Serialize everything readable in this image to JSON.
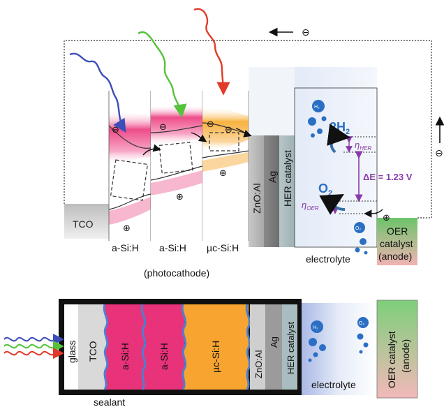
{
  "top": {
    "layers": {
      "tco": "TCO",
      "asi1": "a-Si:H",
      "asi2": "a-Si:H",
      "ucsi": "µc-Si:H",
      "zno": "ZnO:Al",
      "ag": "Ag",
      "her": "HER catalyst",
      "oer_line1": "OER",
      "oer_line2": "catalyst",
      "oer_line3": "(anode)"
    },
    "photocathode": "(photocathode)",
    "electrolyte": "electrolyte",
    "h2_product": "2H",
    "h2_sub": "2",
    "o2_product": "O",
    "o2_sub": "2",
    "eta_her": "η",
    "eta_her_sub": "HER",
    "eta_oer": "η",
    "eta_oer_sub": "OER",
    "delta_e": "ΔE = 1.23 V",
    "h2_bubble": "H₂",
    "o2_bubble": "O₂",
    "electron_sign": "⊖",
    "hole_sign": "⊕"
  },
  "bottom": {
    "glass": "glass",
    "tco": "TCO",
    "asi1": "a-Si:H",
    "asi2": "a-Si:H",
    "ucsi": "µc-Si:H",
    "zno": "ZnO:Al",
    "ag": "Ag",
    "her": "HER catalyst",
    "electrolyte": "electrolyte",
    "oer_line1": "OER catalyst",
    "oer_line2": "(anode)",
    "sealant": "sealant",
    "h2_bubble": "H₂",
    "o2_bubble": "O₂"
  },
  "colors": {
    "pink": "#e8327a",
    "orange": "#f7a530",
    "blue_ray": "#3b4db8",
    "green_ray": "#55c23a",
    "red_ray": "#e23a2a",
    "bubble": "#2a6fc4",
    "purple": "#8a3aa8",
    "electrolyte_bg": "#dfe8f6",
    "oer_green": "#6cc46a",
    "oer_pink": "#f0b3b3"
  }
}
